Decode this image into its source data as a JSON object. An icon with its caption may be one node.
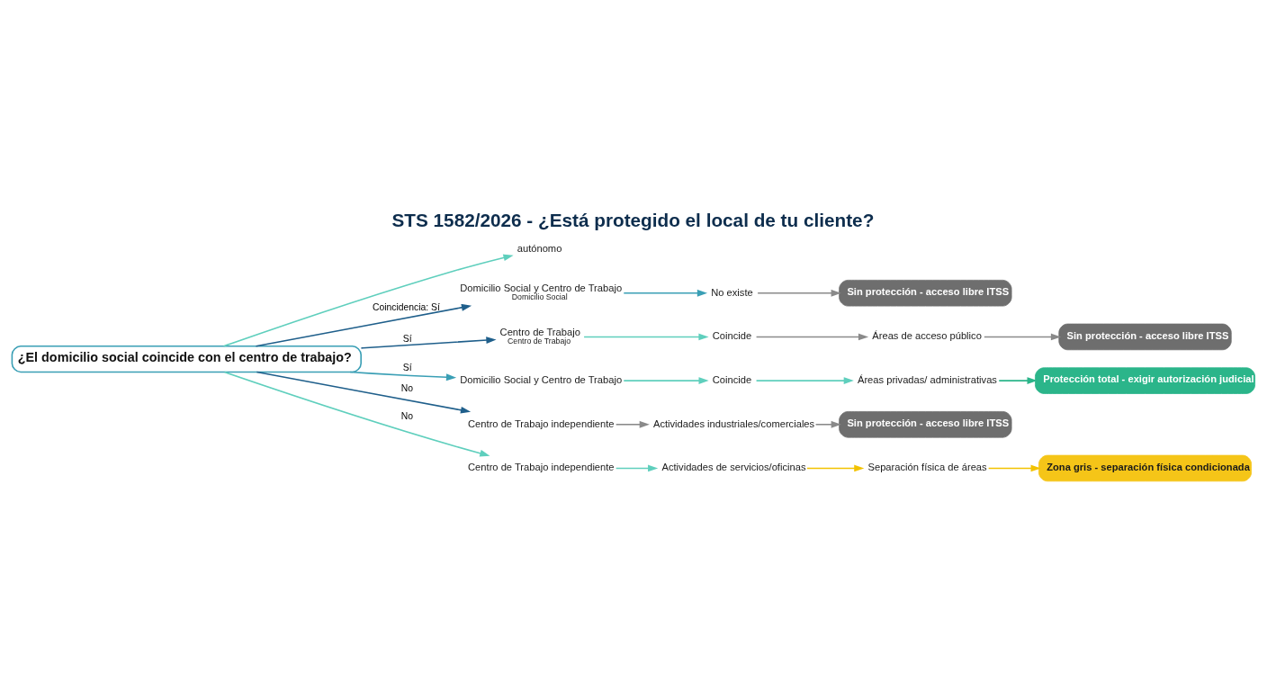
{
  "diagram": {
    "title": "STS 1582/2026 - ¿Está protegido el local de tu cliente?",
    "nodes": [
      {
        "text": [
          "¿El domicilio social coincide con el centro de trabajo?"
        ]
      },
      {
        "text": [
          "autónomo"
        ]
      },
      {
        "text": [
          "Domicilio Social y Centro de Trabajo"
        ],
        "beside": [
          "Domicilio Social"
        ]
      },
      {
        "text": [
          "No existe"
        ]
      },
      {
        "text": [
          "Sin protección - acceso libre ITSS"
        ]
      },
      {
        "text": [
          "Centro de Trabajo"
        ],
        "beside": [
          "Centro de Trabajo"
        ]
      },
      {
        "text": [
          "Coincide"
        ]
      },
      {
        "text": [
          "Áreas de acceso público"
        ]
      },
      {
        "text": [
          "Sin protección - acceso libre ITSS"
        ]
      },
      {
        "text": [
          "Domicilio Social y Centro de Trabajo"
        ]
      },
      {
        "text": [
          "Coincide"
        ]
      },
      {
        "text": [
          "Áreas privadas/ administrativas"
        ]
      },
      {
        "text": [
          "Protección total - exigir autorización judicial"
        ]
      },
      {
        "text": [
          "Centro de Trabajo independiente"
        ]
      },
      {
        "text": [
          "Actividades industriales/comerciales"
        ]
      },
      {
        "text": [
          "Sin protección - acceso libre ITSS"
        ]
      },
      {
        "text": [
          "Centro de Trabajo independiente"
        ]
      },
      {
        "text": [
          "Actividades de servicios/oficinas"
        ]
      },
      {
        "text": [
          "Separación física de áreas"
        ]
      },
      {
        "text": [
          "Zona gris - separación física condicionada"
        ]
      }
    ],
    "edges": [
      {
        "from": 0,
        "to": 2,
        "arrow": "to",
        "label": "Coincidencia: Sí",
        "color": "#1f5f8b"
      },
      {
        "from": 2,
        "to": 3,
        "arrow": "to",
        "color": "#3a9fb5"
      },
      {
        "from": 3,
        "to": 4,
        "arrow": "to",
        "color": "#8a8a8a"
      },
      {
        "from": 0,
        "to": 5,
        "arrow": "to",
        "label": "Sí",
        "color": "#1f5f8b"
      },
      {
        "from": 5,
        "to": 6,
        "arrow": "to",
        "color": "#5fcfbd"
      },
      {
        "from": 6,
        "to": 7,
        "arrow": "to",
        "color": "#8a8a8a"
      },
      {
        "from": 7,
        "to": 8,
        "arrow": "to",
        "color": "#8a8a8a"
      },
      {
        "from": 0,
        "to": 9,
        "arrow": "to",
        "label": "Sí",
        "color": "#3a9fb5"
      },
      {
        "from": 9,
        "to": 10,
        "arrow": "to",
        "color": "#5fcfbd"
      },
      {
        "from": 10,
        "to": 11,
        "arrow": "to",
        "color": "#5fcfbd"
      },
      {
        "from": 11,
        "to": 12,
        "arrow": "to",
        "color": "#2bb58a"
      },
      {
        "from": 0,
        "to": 13,
        "arrow": "to",
        "label": "No",
        "color": "#1f5f8b"
      },
      {
        "from": 13,
        "to": 14,
        "arrow": "to",
        "color": "#8a8a8a"
      },
      {
        "from": 14,
        "to": 15,
        "arrow": "to",
        "color": "#8a8a8a"
      },
      {
        "from": 0,
        "to": 16,
        "arrow": "to",
        "label": "No",
        "color": "#5fcfbd"
      },
      {
        "from": 16,
        "to": 17,
        "arrow": "to",
        "color": "#5fcfbd"
      },
      {
        "from": 17,
        "to": 18,
        "arrow": "to",
        "color": "#f2c200"
      },
      {
        "from": 18,
        "to": 19,
        "arrow": "to",
        "color": "#f2c200"
      },
      {
        "from": 0,
        "to": 1,
        "arrow": "to",
        "color": "#5fcfbd"
      }
    ]
  }
}
